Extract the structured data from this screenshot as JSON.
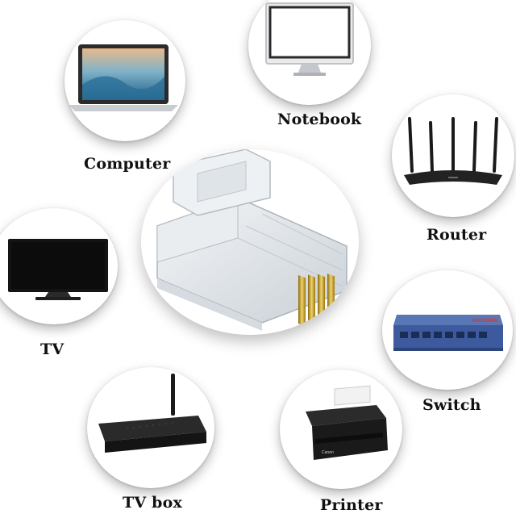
{
  "devices": {
    "computer": {
      "label": "Computer",
      "icon": "laptop-icon"
    },
    "notebook": {
      "label": "Notebook",
      "icon": "monitor-icon"
    },
    "router": {
      "label": "Router",
      "icon": "router-icon"
    },
    "tv": {
      "label": "TV",
      "icon": "tv-icon"
    },
    "switch": {
      "label": "Switch",
      "icon": "network-switch-icon",
      "brand": "HIKVISION"
    },
    "tvbox": {
      "label": "TV box",
      "icon": "tv-box-icon"
    },
    "printer": {
      "label": "Printer",
      "icon": "printer-icon",
      "brand": "Canon"
    }
  },
  "center": {
    "icon": "rj45-connector-icon"
  },
  "colors": {
    "gold": "#c9a227",
    "switch_blue": "#3d5a9e",
    "dark": "#1b1b1b"
  }
}
